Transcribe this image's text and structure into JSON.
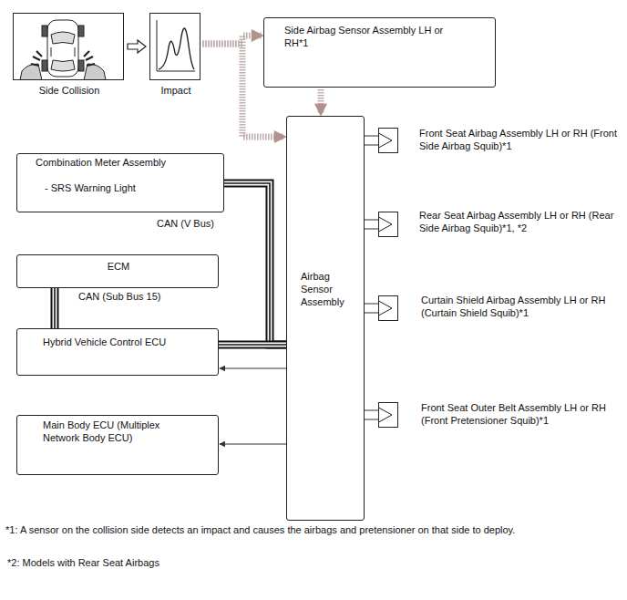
{
  "diagram": {
    "nodes": [
      {
        "text": [
          "Side Collision"
        ]
      },
      {
        "text": [
          "Impact"
        ]
      },
      {
        "text": [
          "Side Airbag Sensor Assembly LH or RH*1"
        ]
      },
      {
        "text": [
          "Combination Meter Assembly",
          "- SRS Warning Light"
        ]
      },
      {
        "text": [
          "ECM"
        ]
      },
      {
        "text": [
          "Hybrid Vehicle Control ECU"
        ]
      },
      {
        "text": [
          "Main Body ECU (Multiplex Network Body ECU)"
        ]
      },
      {
        "text": [
          "Airbag Sensor Assembly"
        ]
      },
      {
        "text": [
          "Front Seat Airbag Assembly LH or RH (Front Side Airbag Squib)*1"
        ]
      },
      {
        "text": [
          "Rear Seat Airbag Assembly LH or RH (Rear Side Airbag Squib)*1, *2"
        ]
      },
      {
        "text": [
          "Curtain Shield Airbag Assembly LH or RH (Curtain Shield Squib)*1"
        ]
      },
      {
        "text": [
          "Front Seat Outer Belt Assembly LH or RH (Front Pretensioner Squib)*1"
        ]
      }
    ],
    "edges": [
      {
        "from": 0,
        "to": 1,
        "arrow": "to"
      },
      {
        "from": 1,
        "to": 2,
        "arrow": "to"
      },
      {
        "from": 1,
        "to": 7,
        "arrow": "to"
      },
      {
        "from": 2,
        "to": 7,
        "arrow": "to"
      },
      {
        "from": 3,
        "to": 7,
        "arrow": "none"
      },
      {
        "from": 4,
        "to": 5,
        "arrow": "none"
      },
      {
        "from": 5,
        "to": 7,
        "arrow": "none"
      },
      {
        "from": 7,
        "to": 5,
        "arrow": "to"
      },
      {
        "from": 7,
        "to": 6,
        "arrow": "to"
      },
      {
        "from": 7,
        "to": 8,
        "arrow": "none"
      },
      {
        "from": 7,
        "to": 9,
        "arrow": "none"
      },
      {
        "from": 7,
        "to": 10,
        "arrow": "none"
      },
      {
        "from": 7,
        "to": 11,
        "arrow": "none"
      }
    ],
    "labels": [
      "CAN (V Bus)",
      "CAN (Sub Bus 15)",
      "*1: A sensor on the collision side detects an impact and causes the airbags and pretensioner on that side to deploy.",
      "*2: Models with Rear Seat Airbags"
    ]
  }
}
